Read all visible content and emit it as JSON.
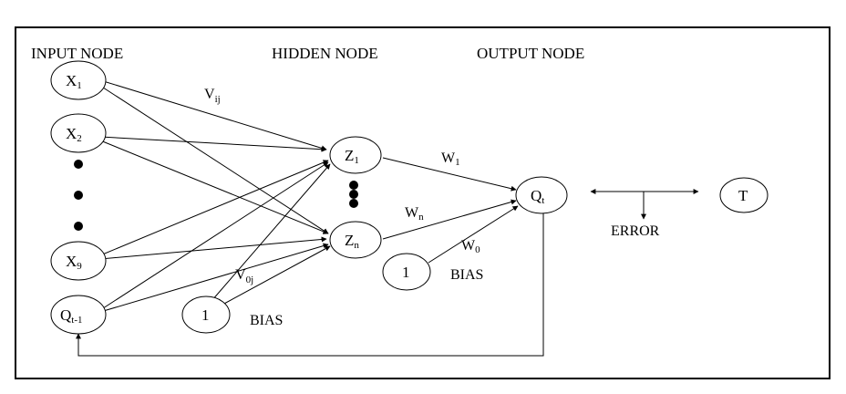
{
  "headers": {
    "input": "INPUT NODE",
    "hidden": "HIDDEN NODE",
    "output": "OUTPUT NODE"
  },
  "nodes": {
    "x1": {
      "main": "X",
      "sub": "1"
    },
    "x2": {
      "main": "X",
      "sub": "2"
    },
    "x9": {
      "main": "X",
      "sub": "9"
    },
    "qt1": {
      "main": "Q",
      "sub": "t-1"
    },
    "bias1": {
      "main": "1",
      "sub": ""
    },
    "z1": {
      "main": "Z",
      "sub": "1"
    },
    "zn": {
      "main": "Z",
      "sub": "n"
    },
    "bias2": {
      "main": "1",
      "sub": ""
    },
    "qt": {
      "main": "Q",
      "sub": "t"
    },
    "t": {
      "main": "T",
      "sub": ""
    }
  },
  "weights": {
    "vij": {
      "main": "V",
      "sub": "ij"
    },
    "v0j": {
      "main": "V",
      "sub": "0j"
    },
    "w1": {
      "main": "W",
      "sub": "1"
    },
    "wn": {
      "main": "W",
      "sub": "n"
    },
    "w0": {
      "main": "W",
      "sub": "0"
    }
  },
  "labels": {
    "bias_left": "BIAS",
    "bias_right": "BIAS",
    "error": "ERROR"
  }
}
